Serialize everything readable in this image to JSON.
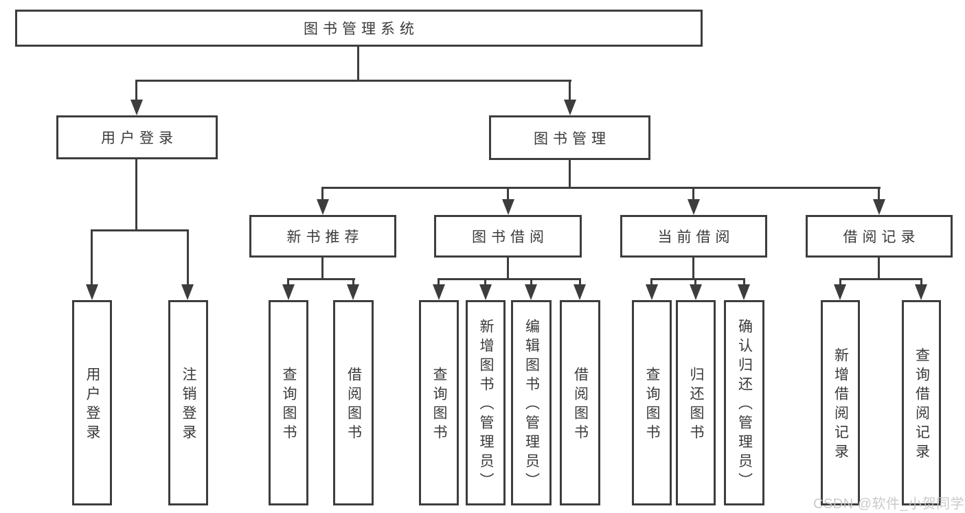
{
  "colors": {
    "line": "#3d3d3d",
    "ink": "#3a3a3a",
    "watermark": "#c6c6c6",
    "background": "#ffffff"
  },
  "diagram": {
    "root": {
      "label": "图书管理系统"
    },
    "level2": {
      "user_login": {
        "label": "用户登录",
        "parent": "root"
      },
      "book_mgmt": {
        "label": "图书管理",
        "parent": "root"
      }
    },
    "level3": {
      "new_book_rec": {
        "label": "新书推荐",
        "parent": "book_mgmt"
      },
      "book_borrow": {
        "label": "图书借阅",
        "parent": "book_mgmt"
      },
      "current_borrow": {
        "label": "当前借阅",
        "parent": "book_mgmt"
      },
      "borrow_records": {
        "label": "借阅记录",
        "parent": "book_mgmt"
      }
    },
    "level4": {
      "user_login_leaf": {
        "label": "用户登录",
        "parent": "user_login"
      },
      "logout_leaf": {
        "label": "注销登录",
        "parent": "user_login"
      },
      "rec_query_books": {
        "label": "查询图书",
        "parent": "new_book_rec"
      },
      "rec_borrow_books": {
        "label": "借阅图书",
        "parent": "new_book_rec"
      },
      "bb_query_books": {
        "label": "查询图书",
        "parent": "book_borrow"
      },
      "bb_add_books": {
        "label": "新增图书（管理员）",
        "parent": "book_borrow"
      },
      "bb_edit_books": {
        "label": "编辑图书（管理员）",
        "parent": "book_borrow"
      },
      "bb_borrow_books": {
        "label": "借阅图书",
        "parent": "book_borrow"
      },
      "cb_query_books": {
        "label": "查询图书",
        "parent": "current_borrow"
      },
      "cb_return_books": {
        "label": "归还图书",
        "parent": "current_borrow"
      },
      "cb_confirm_return": {
        "label": "确认归还（管理员）",
        "parent": "current_borrow"
      },
      "br_add_record": {
        "label": "新增借阅记录",
        "parent": "borrow_records"
      },
      "br_query_record": {
        "label": "查询借阅记录",
        "parent": "borrow_records"
      }
    }
  },
  "watermark": {
    "text": "CSDN @软件_小贺同学"
  }
}
